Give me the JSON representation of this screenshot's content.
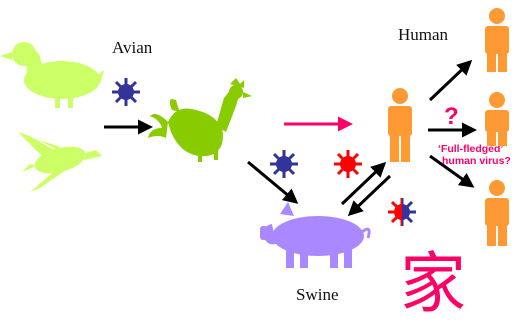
{
  "labels": {
    "avian": "Avian",
    "human": "Human",
    "swine": "Swine",
    "question_mark": "?",
    "note_line1": "‘Full-fledged’",
    "note_line2": "human virus?",
    "character": "家"
  },
  "colors": {
    "avian_green": "#CCFF66",
    "chicken_green": "#88CC00",
    "virus_blue": "#333399",
    "virus_red": "#FF0000",
    "human_orange": "#FF9933",
    "swine_purple": "#AA88FF",
    "accent_pink": "#FF0066",
    "arrow_black": "#000000"
  },
  "icons": {
    "duck": "duck-icon",
    "goose": "flying-goose-icon",
    "chicken": "chicken-icon",
    "pig": "pig-icon",
    "human": "person-icon",
    "virus": "virus-icon"
  }
}
